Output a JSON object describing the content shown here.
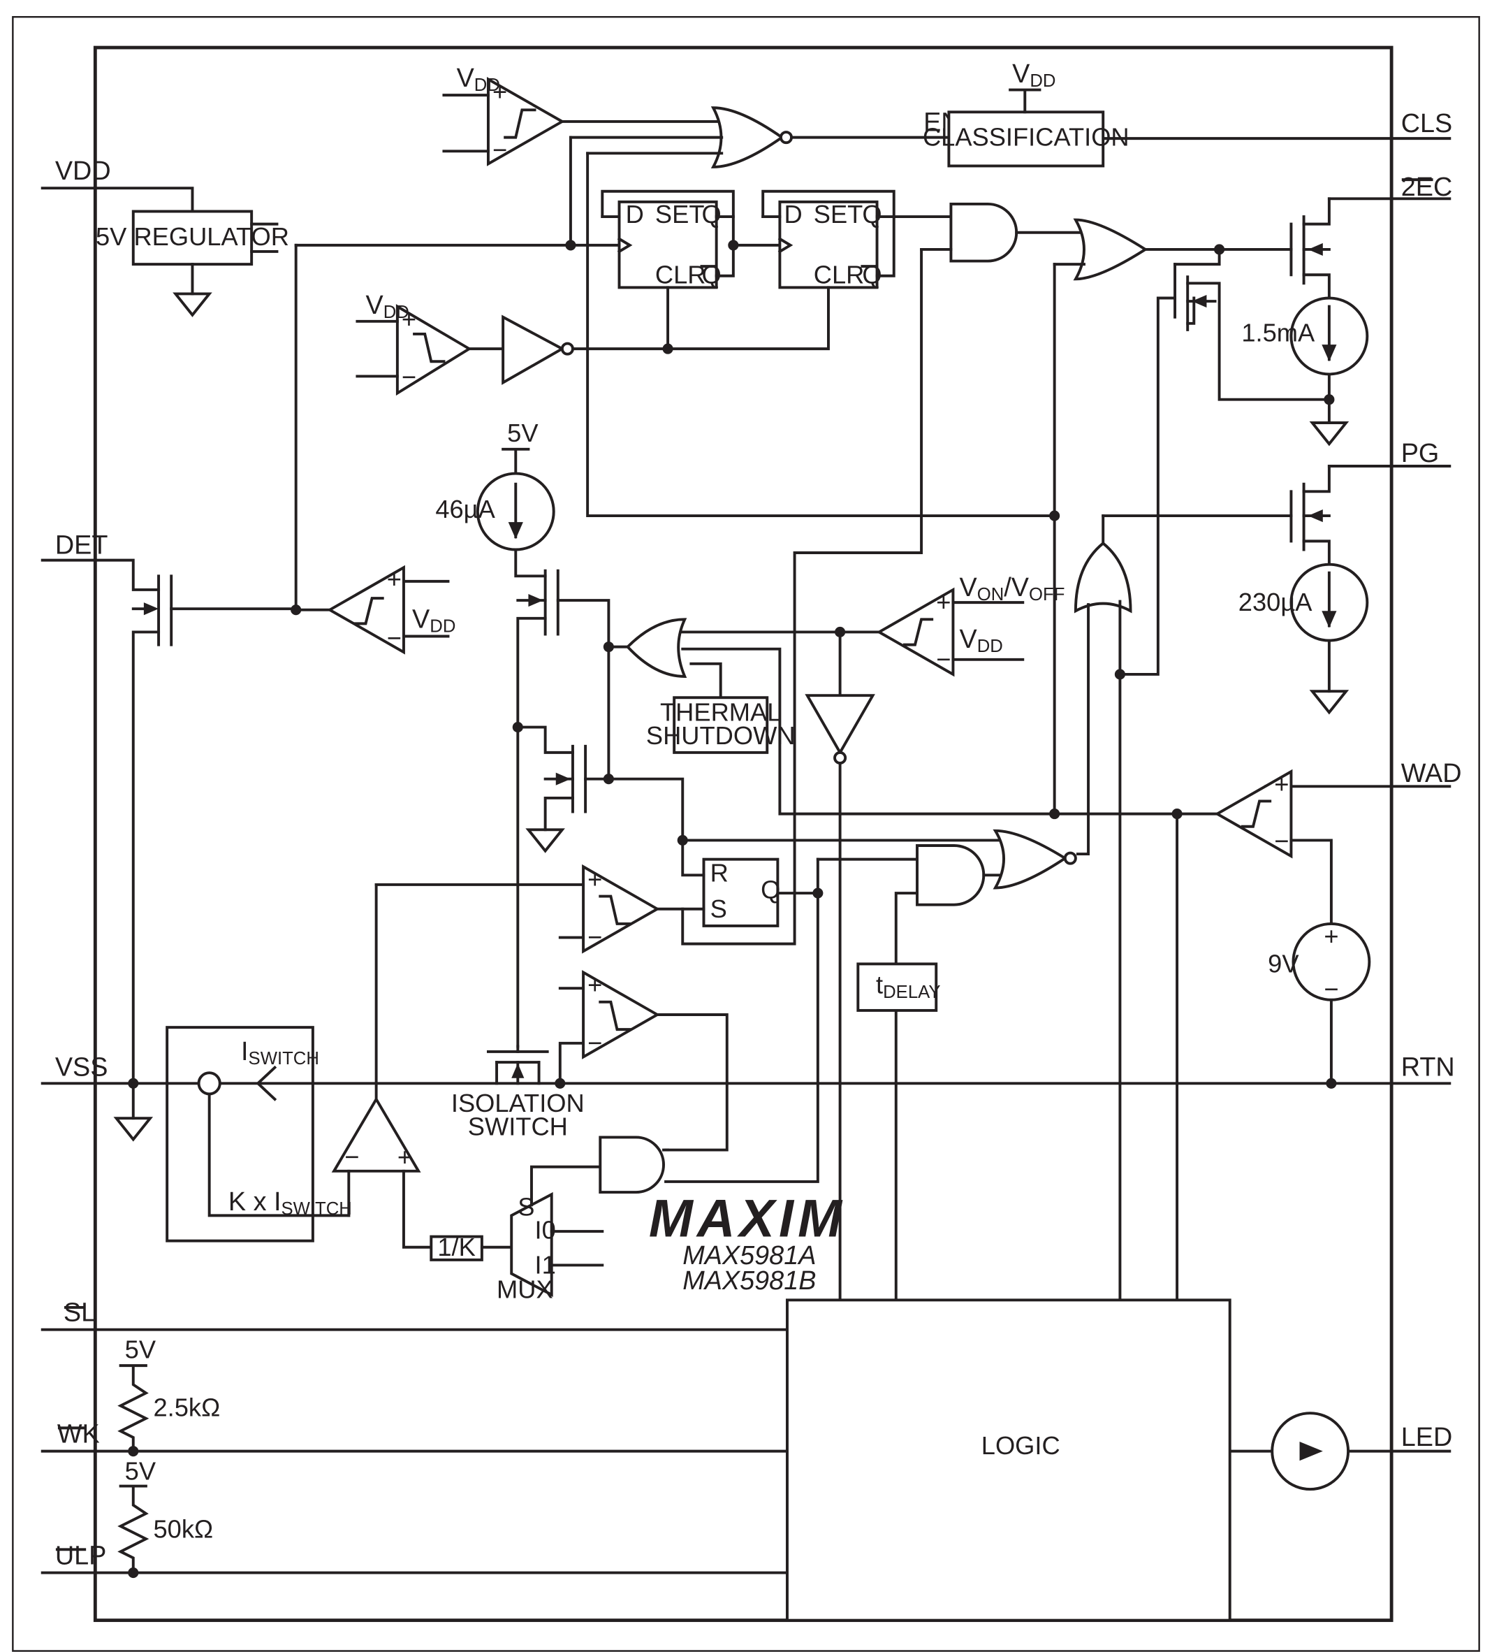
{
  "pins": {
    "vdd": "VDD",
    "det": "DET",
    "vss": "VSS",
    "sl": "SL",
    "wk": "WK",
    "ulp": "ULP",
    "cls": "CLS",
    "twoec": "2EC",
    "pg": "PG",
    "wad": "WAD",
    "rtn": "RTN",
    "led": "LED"
  },
  "blocks": {
    "regulator": "5V REGULATOR",
    "classification": "CLASSIFICATION",
    "thermal_line1": "THERMAL",
    "thermal_line2": "SHUTDOWN",
    "logic": "LOGIC",
    "tdelay": "tDELAY",
    "isolation_line1": "ISOLATION",
    "isolation_line2": "SWITCH",
    "mux": "MUX",
    "divider": "1/K",
    "iswitch": "ISWITCH",
    "kxiswitch": "K x ISWITCH"
  },
  "labels": {
    "en": "EN",
    "vdd": "VDD",
    "von_voff": "VON/VOFF",
    "five_v": "5V",
    "d": "D",
    "set": "SET",
    "q": "Q",
    "clr": "CLR",
    "qbar": "Q",
    "r": "R",
    "s": "S",
    "i0": "I0",
    "i1": "I1",
    "plus": "+",
    "minus": "−"
  },
  "sources": {
    "i46": "46µA",
    "i1_5": "1.5mA",
    "i230": "230µA",
    "v9": "9V"
  },
  "resistors": {
    "r1": "2.5kΩ",
    "r2": "50kΩ"
  },
  "brand": {
    "logo": "MAXIM",
    "part1": "MAX5981A",
    "part2": "MAX5981B"
  }
}
